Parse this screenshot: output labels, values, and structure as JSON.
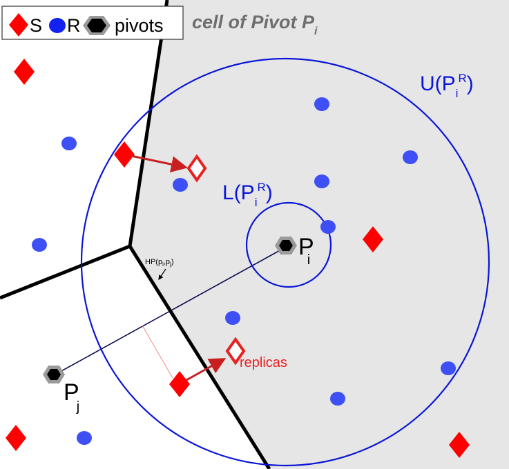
{
  "legend": {
    "s_label": "S",
    "r_label": "R",
    "pivots_label": "pivots"
  },
  "cell_label": "cell of Pivot P",
  "cell_label_sub": "i",
  "upper_bound": {
    "main": "U(P",
    "sub": "i",
    "sup": "R",
    "close": ")"
  },
  "lower_bound": {
    "main": "L(P",
    "sub": "i",
    "sup": "R",
    "close": ")"
  },
  "pivot_i": {
    "main": "P",
    "sub": "i"
  },
  "pivot_j": {
    "main": "P",
    "sub": "j"
  },
  "hyperplane_label": "HP(p",
  "hyperplane_label_sub1": "i",
  "hyperplane_label_mid": ",p",
  "hyperplane_label_sub2": "j",
  "hyperplane_label_close": ")",
  "replicas_label": "replicas",
  "colors": {
    "s": "#ff0000",
    "r": "#3d4ff5",
    "pivot_fill": "#000000",
    "pivot_ring": "#9a9a9a",
    "cell_bg": "#e6e6e6",
    "circle": "#0a16d6",
    "boundary": "#000000",
    "replica": "#e82020",
    "line": "#0b0b50",
    "text_gray": "#6e6e6e"
  },
  "icons": [
    "diamond-icon",
    "dot-icon",
    "hexagon-icon",
    "arrow-icon"
  ]
}
